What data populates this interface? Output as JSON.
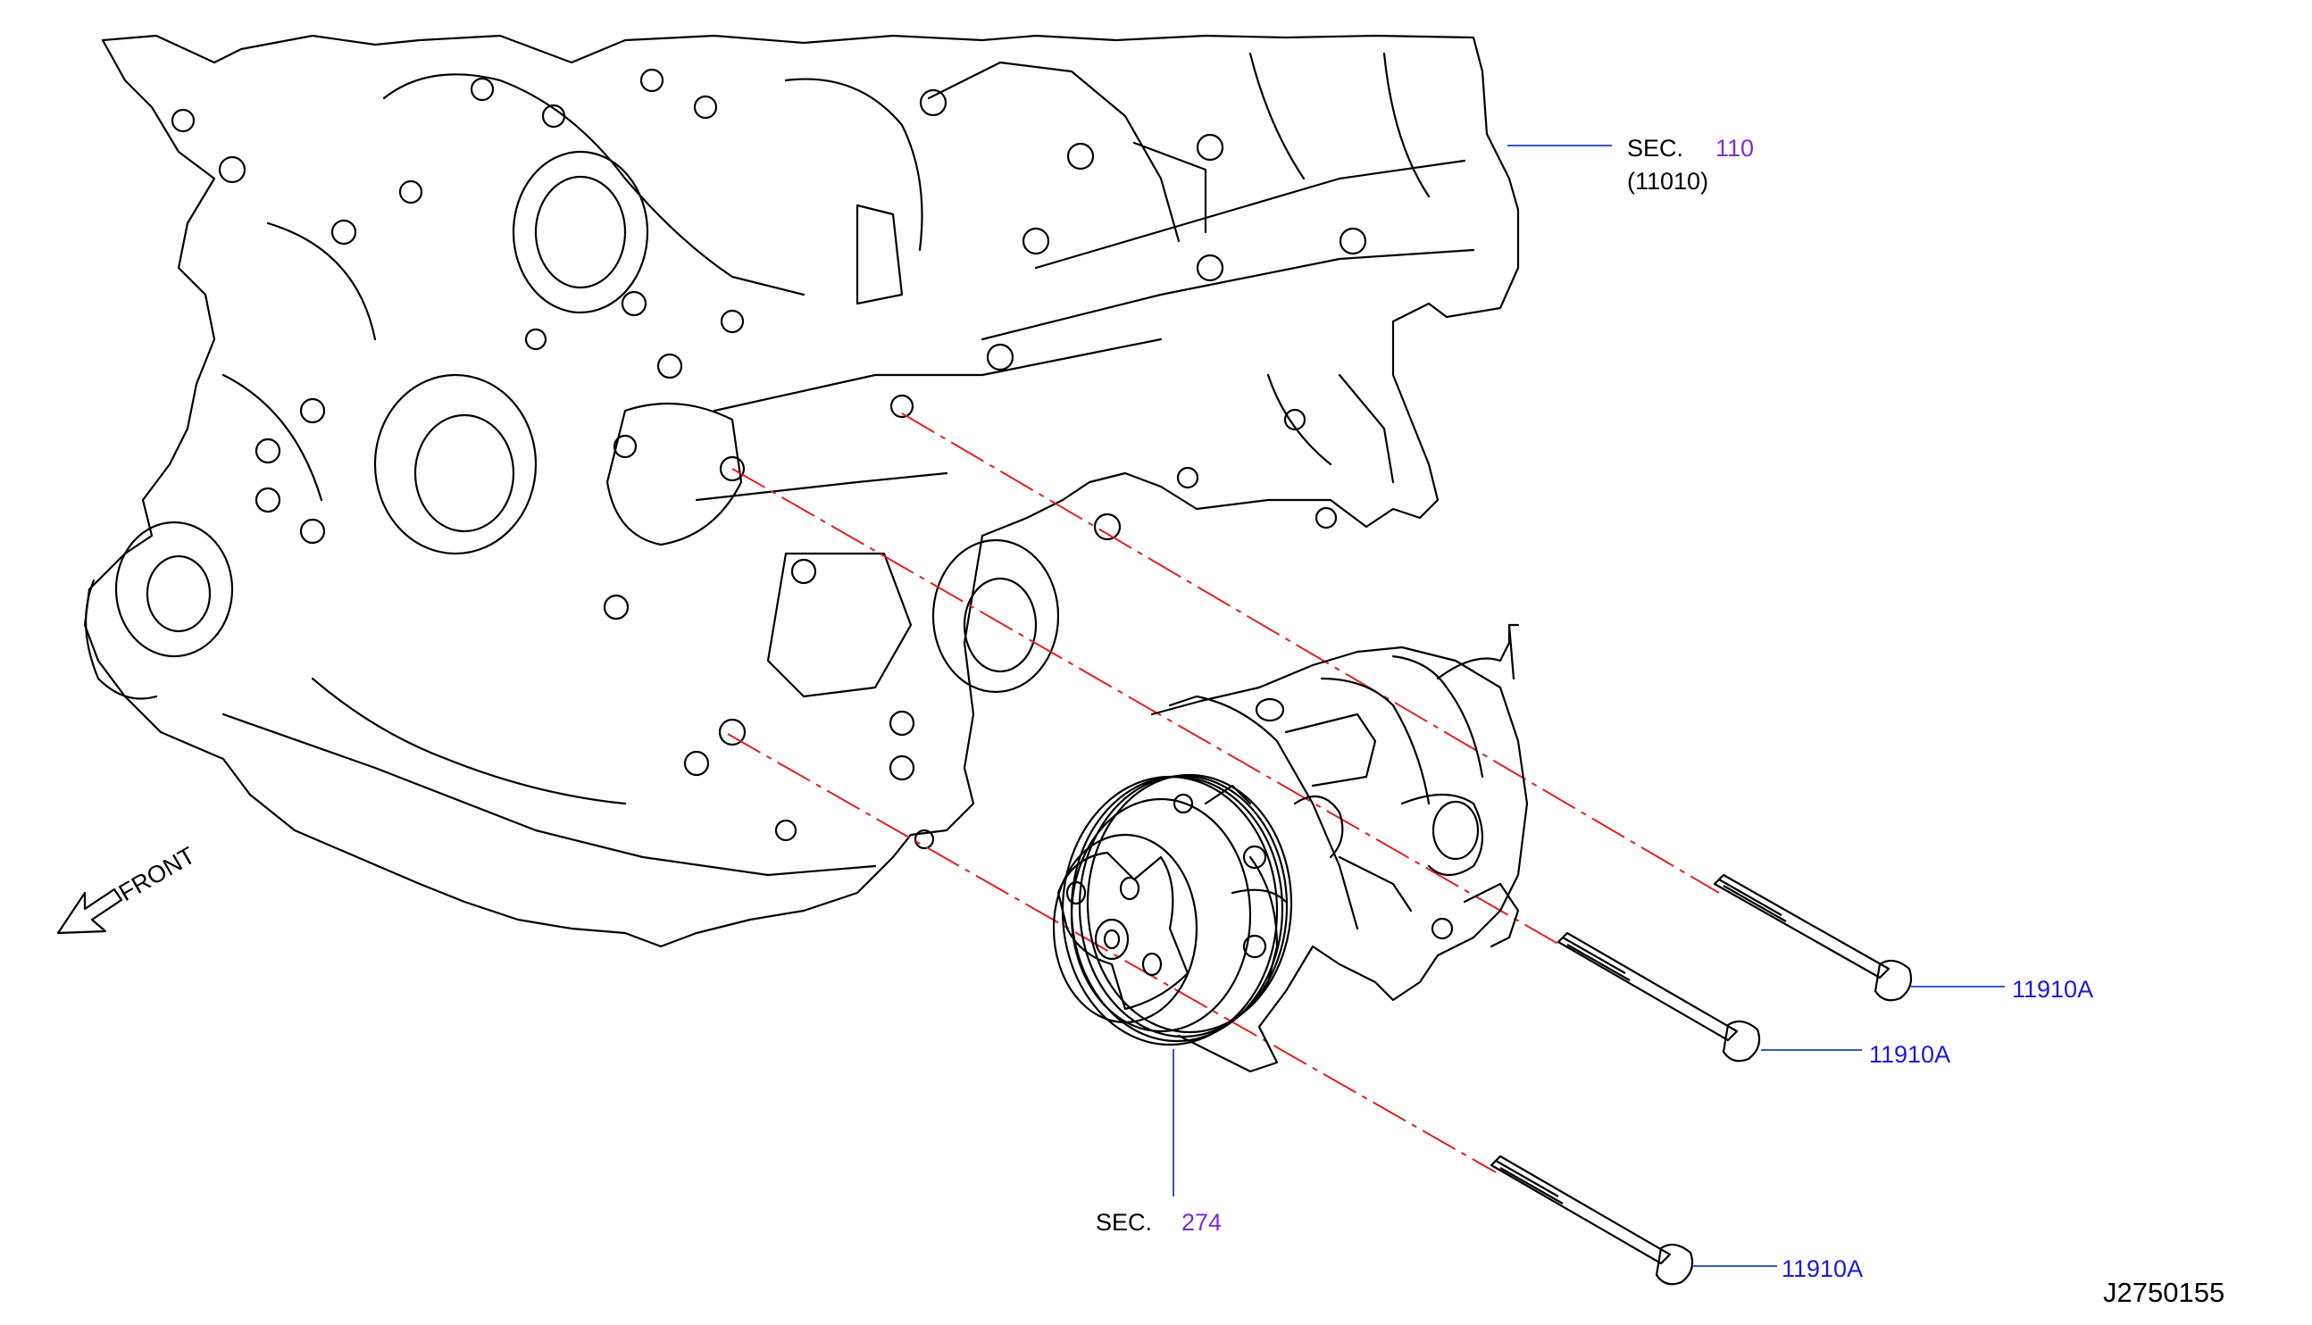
{
  "diagram": {
    "id": "J2750155",
    "front_label": "FRONT",
    "callouts": {
      "engine": {
        "prefix": "SEC.",
        "number": "110",
        "part": "(11010)"
      },
      "compressor": {
        "prefix": "SEC.",
        "number": "274"
      },
      "bolts": [
        "11910A",
        "11910A",
        "11910A"
      ]
    },
    "colors": {
      "line_art": "#000000",
      "centerline": "#e02020",
      "leader": "#1a3fc8",
      "section_number": "#7a2fd0",
      "part_number": "#1a1ad8"
    }
  }
}
